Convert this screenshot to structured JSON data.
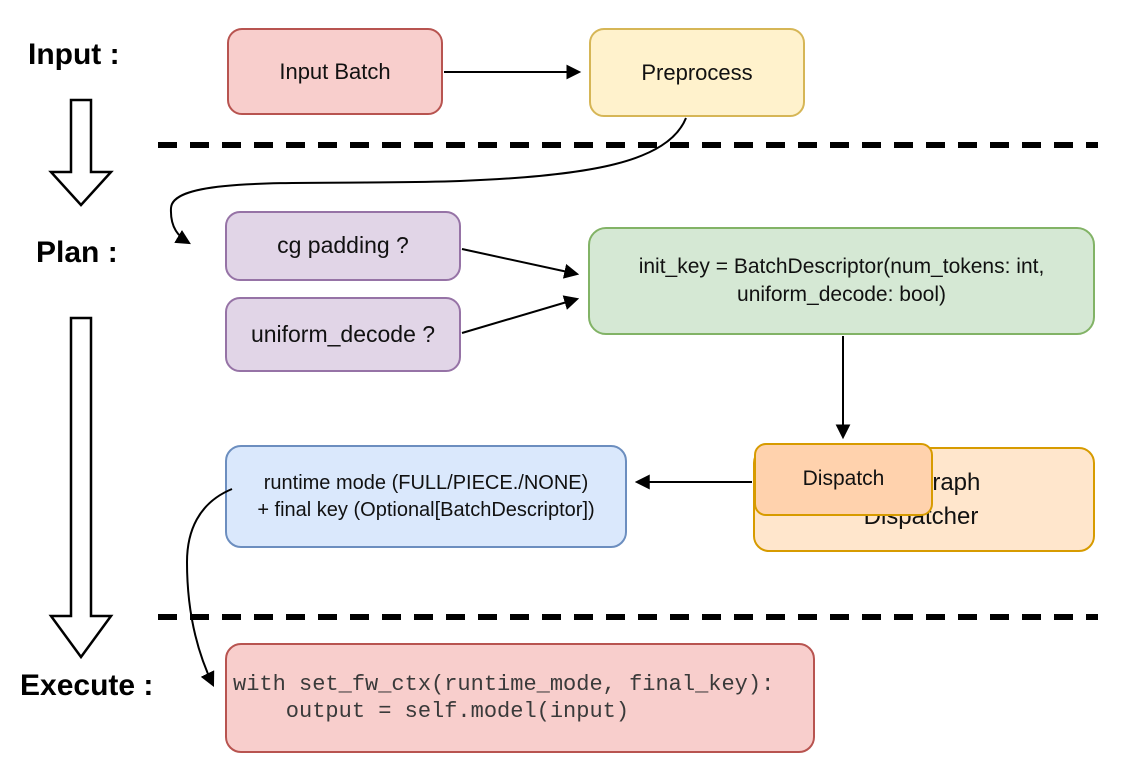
{
  "diagram": {
    "background": "#ffffff",
    "line_color": "#000000"
  },
  "stage_labels": {
    "input": "Input :",
    "plan": "Plan :",
    "execute": "Execute :"
  },
  "nodes": {
    "input_batch": {
      "label": "Input Batch",
      "fill": "#f8cecc",
      "border": "#b85450"
    },
    "preprocess": {
      "label": "Preprocess",
      "fill": "#fff2cc",
      "border": "#d6b656"
    },
    "cg_padding": {
      "label": "cg padding ?",
      "fill": "#e1d5e7",
      "border": "#9673a6"
    },
    "uniform_decode": {
      "label": "uniform_decode ?",
      "fill": "#e1d5e7",
      "border": "#9673a6"
    },
    "init_key": {
      "line1": "init_key = BatchDescriptor(num_tokens: int,",
      "line2": "uniform_decode: bool)",
      "fill": "#d5e8d4",
      "border": "#82b366"
    },
    "dispatch": {
      "label": "Dispatch",
      "fill": "#ffd2ad",
      "border": "#d79b00"
    },
    "cudagraph_dispatcher": {
      "line1": "Cudagraph",
      "line2": "Dispatcher",
      "fill": "#ffe6cc",
      "border": "#d79b00"
    },
    "runtime_mode": {
      "line1": "runtime mode (FULL/PIECE./NONE)",
      "line2": "+ final key (Optional[BatchDescriptor])",
      "fill": "#dae8fc",
      "border": "#6c8ebf"
    },
    "execute_code": {
      "line1": "with set_fw_ctx(runtime_mode, final_key):",
      "line2": "    output = self.model(input)",
      "fill": "#f8cecc",
      "border": "#b85450",
      "text_color": "#3a3a3a"
    }
  }
}
